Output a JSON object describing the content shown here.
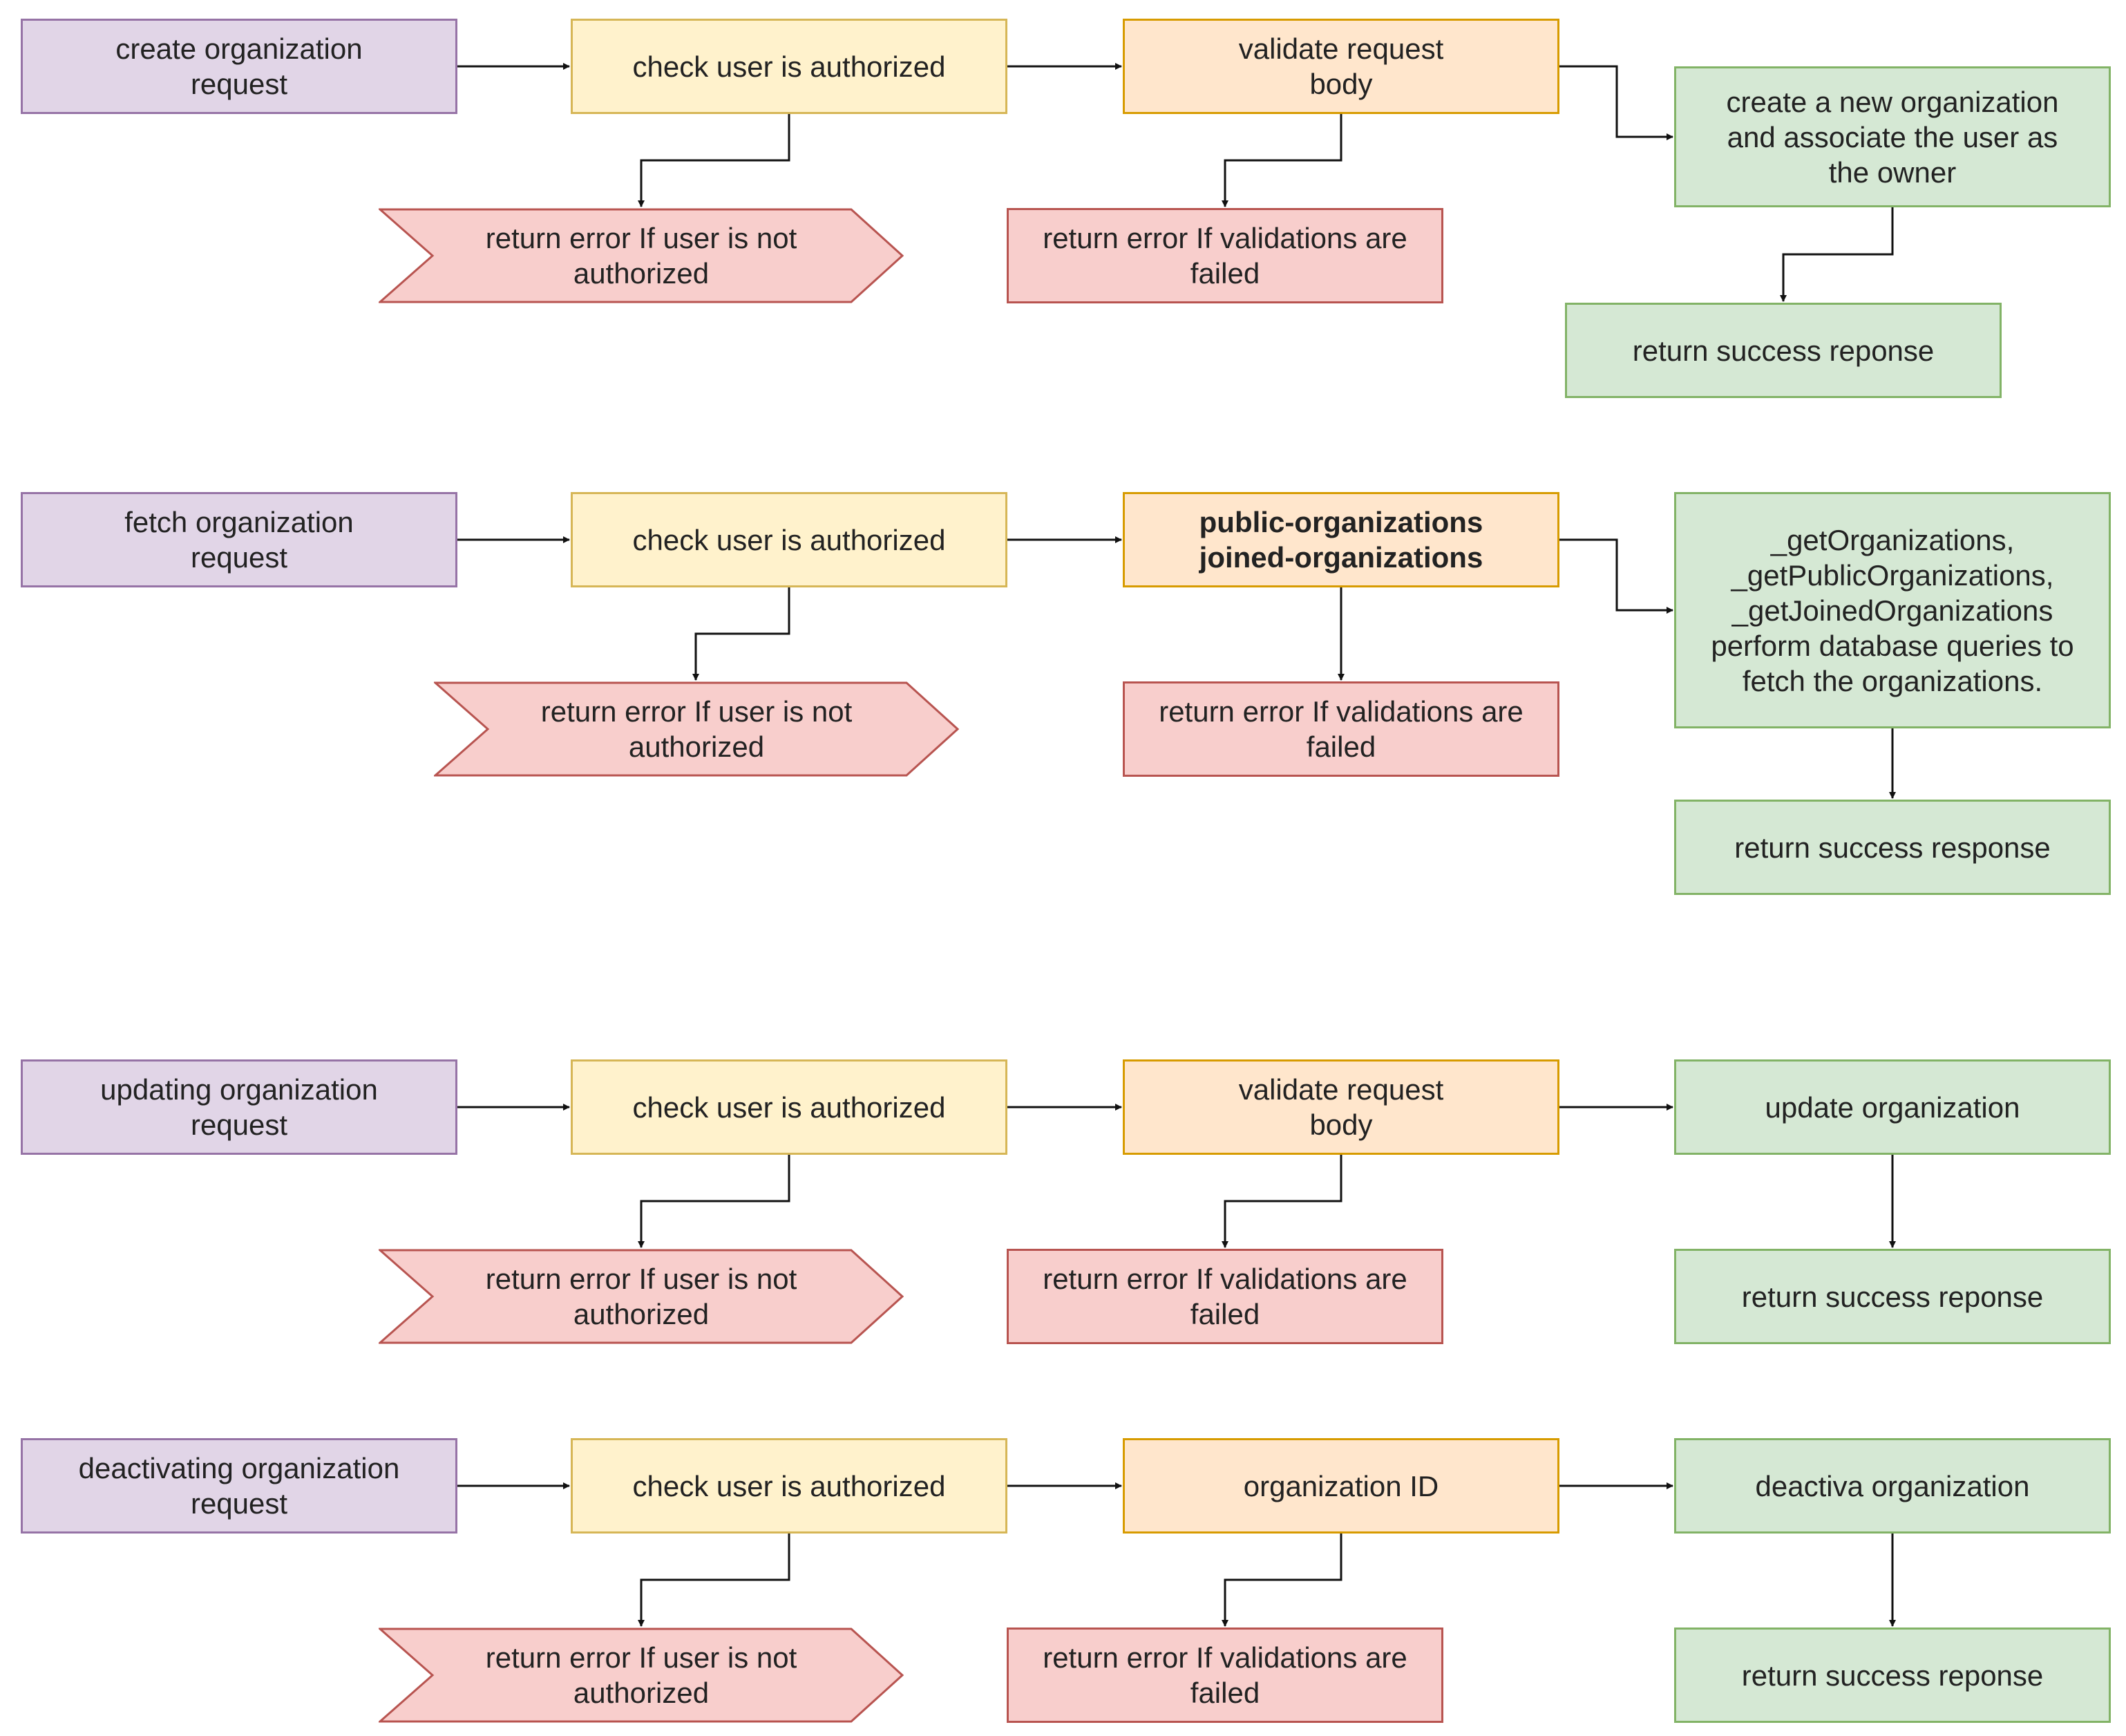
{
  "colors": {
    "request_fill": "#e1d5e7",
    "request_border": "#9673a6",
    "auth_fill": "#fff2cc",
    "auth_border": "#d6b656",
    "validate_fill": "#ffe6cc",
    "validate_border": "#d79b00",
    "success_fill": "#d5e8d4",
    "success_border": "#82b366",
    "error_fill": "#f8cecc",
    "error_border": "#b85450",
    "connector": "#111111"
  },
  "flows": {
    "create": {
      "request": "create organization\nrequest",
      "auth": "check user is authorized",
      "validate": "validate request\nbody",
      "action": "create a new organization\nand associate the user as\nthe owner",
      "auth_error": "return error If user is not\nauthorized",
      "validation_error": "return error If validations are\nfailed",
      "success": "return success reponse"
    },
    "fetch": {
      "request": "fetch organization\nrequest",
      "auth": "check user is authorized",
      "validate": "public-organizations\njoined-organizations",
      "action": "_getOrganizations,\n_getPublicOrganizations,\n_getJoinedOrganizations\nperform database queries to\nfetch the organizations.",
      "auth_error": "return error If user is not\nauthorized",
      "validation_error": "return error If validations are\nfailed",
      "success": "return success response"
    },
    "update": {
      "request": "updating organization\nrequest",
      "auth": "check user is authorized",
      "validate": "validate request\nbody",
      "action": "update organization",
      "auth_error": "return error If user is not\nauthorized",
      "validation_error": "return error If validations are\nfailed",
      "success": "return success reponse"
    },
    "deactivate": {
      "request": "deactivating organization\nrequest",
      "auth": "check user is authorized",
      "validate": "organization ID",
      "action": "deactiva organization",
      "auth_error": "return error If user is not\nauthorized",
      "validation_error": "return error If validations are\nfailed",
      "success": "return success reponse"
    }
  }
}
